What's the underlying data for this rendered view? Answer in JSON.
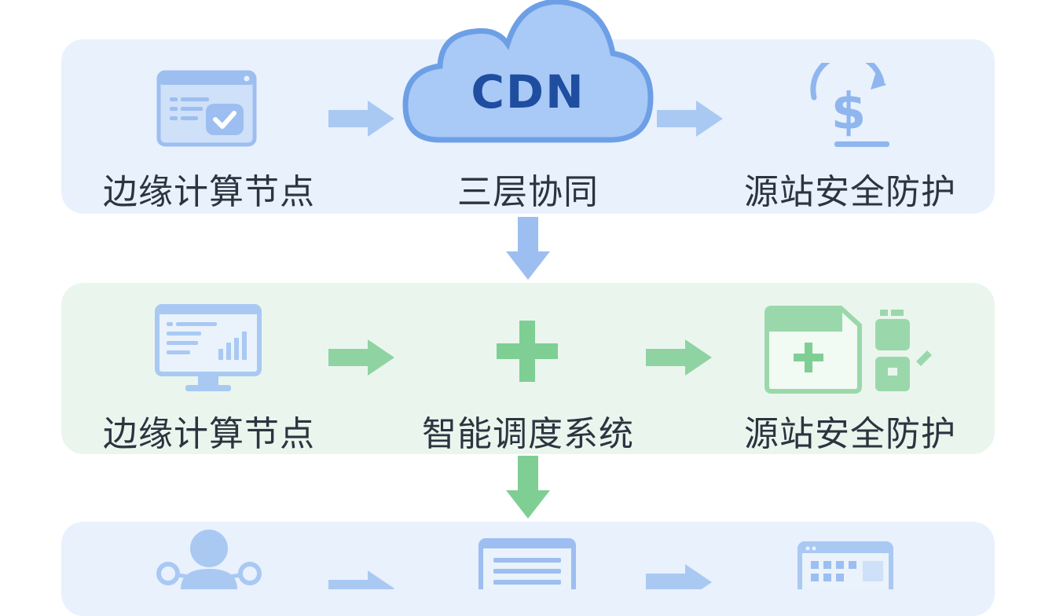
{
  "rows": [
    {
      "labels": [
        "边缘计算节点",
        "三层协同",
        "源站安全防护"
      ],
      "center_icon_text": "CDN",
      "icons": [
        "browser-check-icon",
        "cloud-icon",
        "dollar-shield-icon"
      ]
    },
    {
      "labels": [
        "边缘计算节点",
        "智能调度系统",
        "源站安全防护"
      ],
      "icons": [
        "monitor-chart-icon",
        "plus-icon",
        "folder-devices-icon"
      ]
    },
    {
      "labels": [],
      "icons": [
        "user-network-icon",
        "document-icon",
        "calendar-grid-icon"
      ]
    }
  ],
  "colors": {
    "blue_panel": "#e9f1fd",
    "green_panel": "#eaf6ed",
    "blue_accent": "#8fb6ee",
    "green_accent": "#7fcf95",
    "cdn_text": "#1f4da0"
  }
}
